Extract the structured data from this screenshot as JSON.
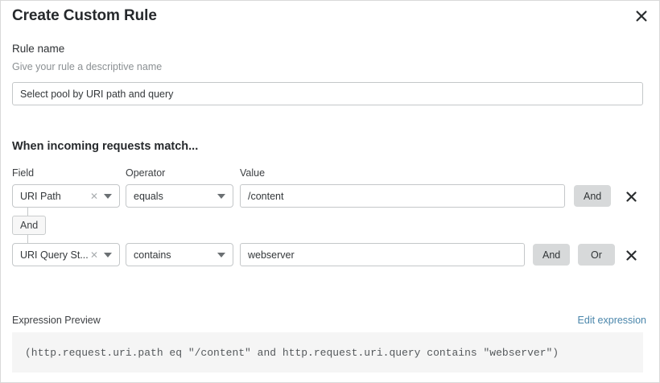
{
  "dialog": {
    "title": "Create Custom Rule",
    "close_icon": "close-icon"
  },
  "rule_name": {
    "label": "Rule name",
    "help": "Give your rule a descriptive name",
    "value": "Select pool by URI path and query",
    "placeholder": ""
  },
  "conditions": {
    "heading": "When incoming requests match...",
    "columns": {
      "field": "Field",
      "operator": "Operator",
      "value": "Value"
    },
    "connector": {
      "label": "And"
    },
    "rows": [
      {
        "field": "URI Path",
        "operator": "equals",
        "value": "/content",
        "clear_icon": "clear-icon",
        "caret_icon": "chevron-down-icon",
        "and_label": "And",
        "or_label": "",
        "delete_icon": "delete-icon"
      },
      {
        "field": "URI Query St...",
        "operator": "contains",
        "value": "webserver",
        "clear_icon": "clear-icon",
        "caret_icon": "chevron-down-icon",
        "and_label": "And",
        "or_label": "Or",
        "delete_icon": "delete-icon"
      }
    ]
  },
  "expression": {
    "label": "Expression Preview",
    "edit_link": "Edit expression",
    "code": "(http.request.uri.path eq \"/content\" and http.request.uri.query contains \"webserver\")"
  },
  "colors": {
    "link": "#4a86ab",
    "chip": "#d7d9da",
    "code_bg": "#f5f5f5",
    "border": "#c4c7c9"
  }
}
